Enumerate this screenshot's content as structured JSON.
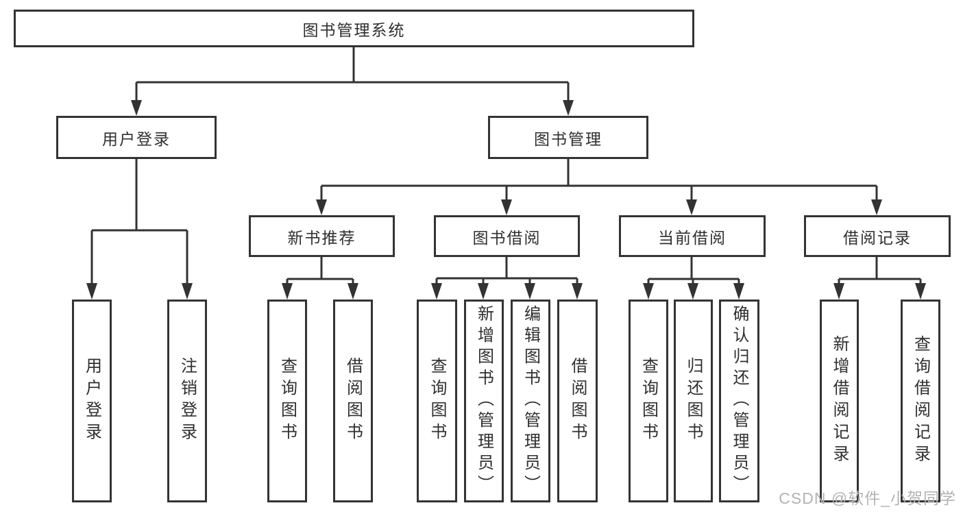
{
  "diagram": {
    "root": {
      "label": "图书管理系统"
    },
    "level1": {
      "user_login": {
        "label": "用户登录"
      },
      "book_mgmt": {
        "label": "图书管理"
      }
    },
    "level2": {
      "new_book_rec": {
        "label": "新书推荐"
      },
      "book_borrow": {
        "label": "图书借阅"
      },
      "current_borrow": {
        "label": "当前借阅"
      },
      "borrow_records": {
        "label": "借阅记录"
      }
    },
    "leaves": {
      "user_login": {
        "label": "用户登录"
      },
      "logout": {
        "label": "注销登录"
      },
      "nbr_query": {
        "label": "查询图书"
      },
      "nbr_borrow": {
        "label": "借阅图书"
      },
      "bb_query": {
        "label": "查询图书"
      },
      "bb_add": {
        "label": "新增图书（管理员）"
      },
      "bb_edit": {
        "label": "编辑图书（管理员）"
      },
      "bb_borrow": {
        "label": "借阅图书"
      },
      "cb_query": {
        "label": "查询图书"
      },
      "cb_return": {
        "label": "归还图书"
      },
      "cb_confirm": {
        "label": "确认归还（管理员）"
      },
      "br_add": {
        "label": "新增借阅记录"
      },
      "br_query": {
        "label": "查询借阅记录"
      }
    },
    "edges": [
      [
        "图书管理系统",
        "用户登录"
      ],
      [
        "图书管理系统",
        "图书管理"
      ],
      [
        "用户登录",
        "用户登录(叶)"
      ],
      [
        "用户登录",
        "注销登录"
      ],
      [
        "图书管理",
        "新书推荐"
      ],
      [
        "图书管理",
        "图书借阅"
      ],
      [
        "图书管理",
        "当前借阅"
      ],
      [
        "图书管理",
        "借阅记录"
      ],
      [
        "新书推荐",
        "查询图书"
      ],
      [
        "新书推荐",
        "借阅图书"
      ],
      [
        "图书借阅",
        "查询图书"
      ],
      [
        "图书借阅",
        "新增图书（管理员）"
      ],
      [
        "图书借阅",
        "编辑图书（管理员）"
      ],
      [
        "图书借阅",
        "借阅图书"
      ],
      [
        "当前借阅",
        "查询图书"
      ],
      [
        "当前借阅",
        "归还图书"
      ],
      [
        "当前借阅",
        "确认归还（管理员）"
      ],
      [
        "借阅记录",
        "新增借阅记录"
      ],
      [
        "借阅记录",
        "查询借阅记录"
      ]
    ]
  },
  "watermark": {
    "text": "CSDN @软件_小贺同学"
  },
  "colors": {
    "line": "#333333",
    "box_border": "#333333",
    "box_bg": "#ffffff",
    "text": "#2f2f2f",
    "watermark": "#b3b3b3"
  }
}
